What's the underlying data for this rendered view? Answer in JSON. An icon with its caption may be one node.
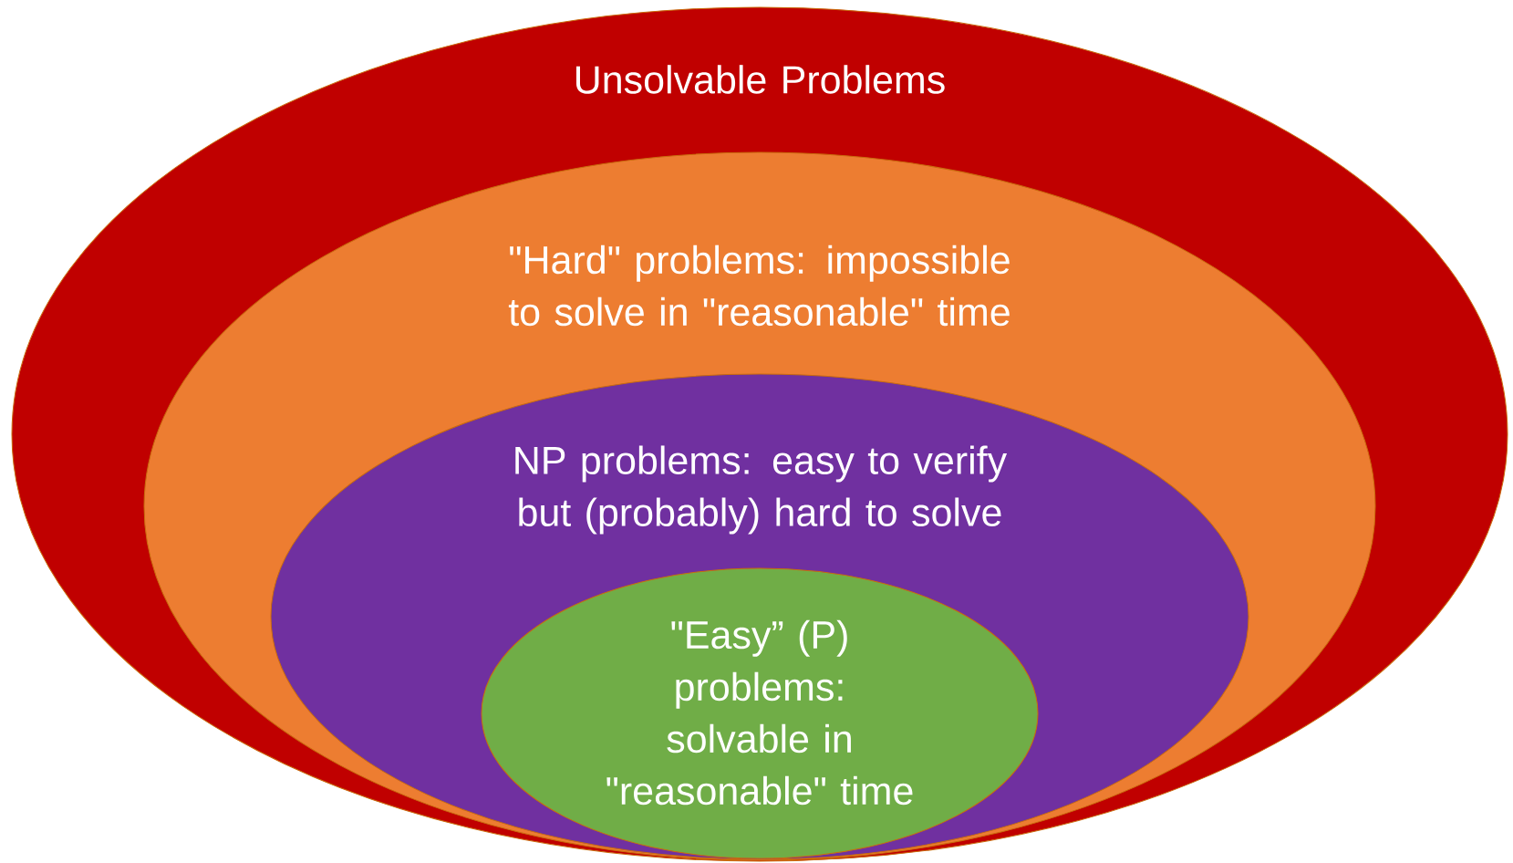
{
  "diagram": {
    "nodes": [
      {
        "text": [
          "Unsolvable Problems"
        ]
      },
      {
        "text": [
          "\"Hard\" problems: impossible to solve in \"reasonable\" time"
        ],
        "in": 0
      },
      {
        "text": [
          "NP problems: easy to verify but (probably) hard to solve"
        ],
        "in": 1
      },
      {
        "text": [
          "\"Easy” (P) problems: solvable in \"reasonable\" time"
        ],
        "in": 2
      }
    ]
  }
}
